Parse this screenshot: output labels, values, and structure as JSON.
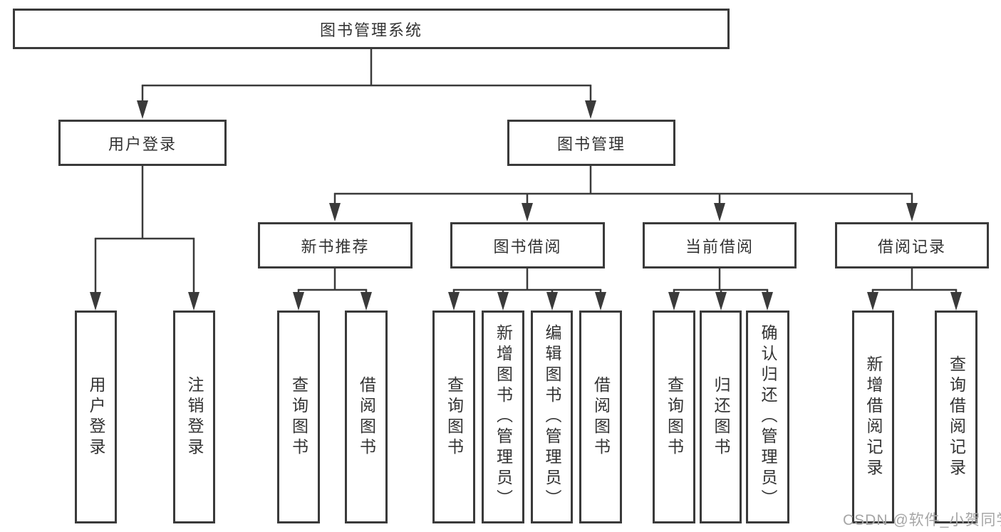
{
  "diagram": {
    "title": "图书管理系统",
    "watermark": "CSDN @软件_小贺同学",
    "colors": {
      "line": "#3a3a3a",
      "text": "#333333",
      "background": "#ffffff",
      "watermark": "#a6a6a6"
    },
    "nodes": {
      "root": {
        "label": "图书管理系统"
      },
      "user_login": {
        "label": "用户登录"
      },
      "book_mgmt": {
        "label": "图书管理"
      },
      "new_book": {
        "label": "新书推荐"
      },
      "book_borrow": {
        "label": "图书借阅"
      },
      "current_borrow": {
        "label": "当前借阅"
      },
      "borrow_record": {
        "label": "借阅记录"
      },
      "leaf_user_login": {
        "label": "用户登录"
      },
      "leaf_logout": {
        "label": "注销登录"
      },
      "leaf_nb_query": {
        "label": "查询图书"
      },
      "leaf_nb_borrow": {
        "label": "借阅图书"
      },
      "leaf_bb_query": {
        "label": "查询图书"
      },
      "leaf_bb_add": {
        "label": "新增图书（管理员）"
      },
      "leaf_bb_edit": {
        "label": "编辑图书（管理员）"
      },
      "leaf_bb_borrow": {
        "label": "借阅图书"
      },
      "leaf_cb_query": {
        "label": "查询图书"
      },
      "leaf_cb_return": {
        "label": "归还图书"
      },
      "leaf_cb_confirm": {
        "label": "确认归还（管理员）"
      },
      "leaf_br_add": {
        "label": "新增借阅记录"
      },
      "leaf_br_query": {
        "label": "查询借阅记录"
      }
    },
    "tree": {
      "root": [
        "user_login",
        "book_mgmt"
      ],
      "user_login": [
        "leaf_user_login",
        "leaf_logout"
      ],
      "book_mgmt": [
        "new_book",
        "book_borrow",
        "current_borrow",
        "borrow_record"
      ],
      "new_book": [
        "leaf_nb_query",
        "leaf_nb_borrow"
      ],
      "book_borrow": [
        "leaf_bb_query",
        "leaf_bb_add",
        "leaf_bb_edit",
        "leaf_bb_borrow"
      ],
      "current_borrow": [
        "leaf_cb_query",
        "leaf_cb_return",
        "leaf_cb_confirm"
      ],
      "borrow_record": [
        "leaf_br_add",
        "leaf_br_query"
      ]
    }
  }
}
